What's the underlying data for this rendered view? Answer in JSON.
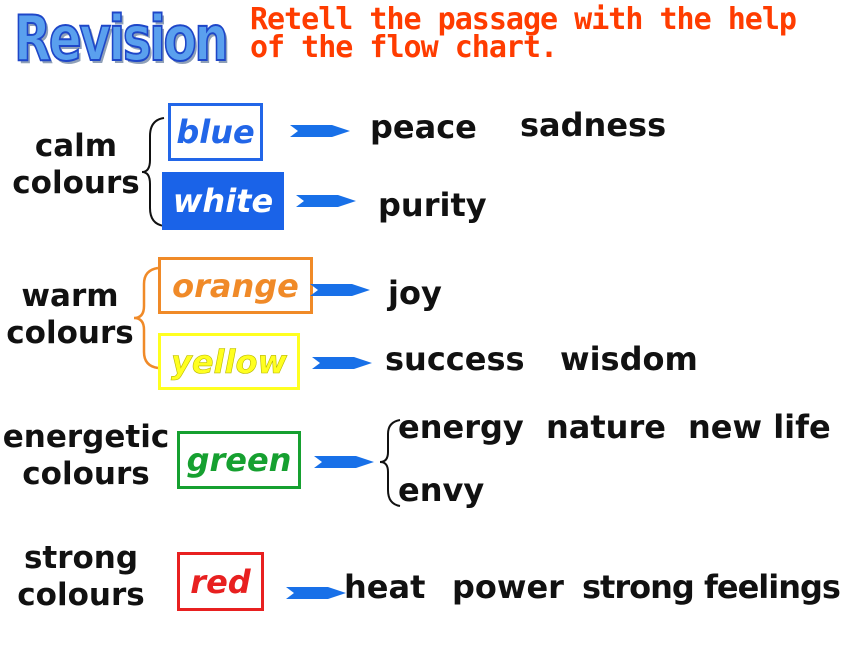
{
  "header": {
    "title": "Revision",
    "instruction_line1": "Retell the passage with the help",
    "instruction_line2": "of the flow chart."
  },
  "groups": [
    {
      "line1": "calm",
      "line2": "colours",
      "colors": [
        {
          "label": "blue",
          "meanings": [
            "peace",
            "sadness"
          ]
        },
        {
          "label": "white",
          "meanings": [
            "purity"
          ]
        }
      ]
    },
    {
      "line1": "warm",
      "line2": "colours",
      "colors": [
        {
          "label": "orange",
          "meanings": [
            "joy"
          ]
        },
        {
          "label": "yellow",
          "meanings": [
            "success",
            "wisdom"
          ]
        }
      ]
    },
    {
      "line1": "energetic",
      "line2": "colours",
      "colors": [
        {
          "label": "green",
          "meanings": [
            "energy",
            "nature",
            "new life",
            "envy"
          ]
        }
      ]
    },
    {
      "line1": "strong",
      "line2": "colours",
      "colors": [
        {
          "label": "red",
          "meanings": [
            "heat",
            "power",
            "strong feelings"
          ]
        }
      ]
    }
  ],
  "palette": {
    "blue": "#2266e8",
    "white_fill": "#1a63e8",
    "orange": "#f08a28",
    "yellow": "#ffff20",
    "green": "#16a030",
    "red": "#e82020",
    "arrow": "#1870e8"
  }
}
